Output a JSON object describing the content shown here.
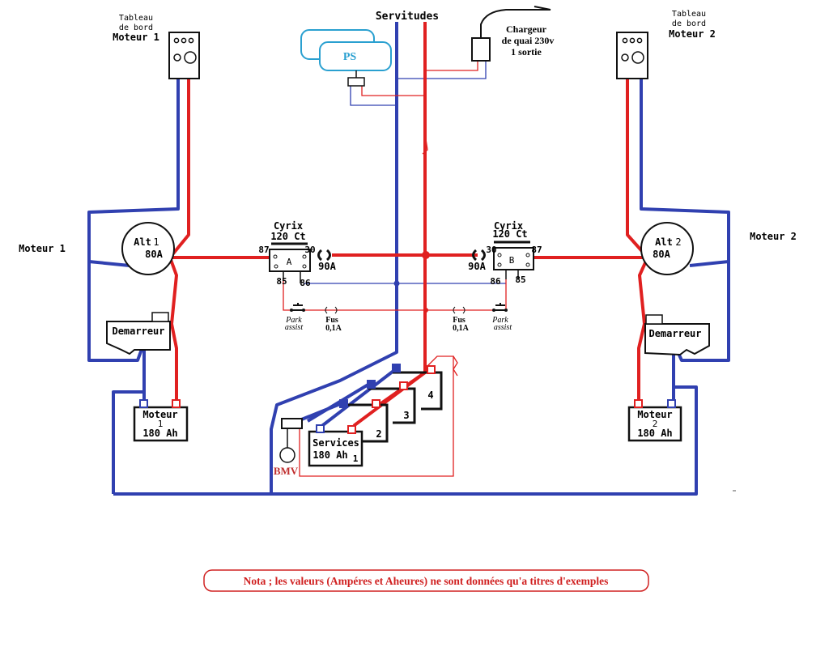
{
  "colors": {
    "positive": "#e02020",
    "negative": "#3040b0",
    "outline": "#111111",
    "ps": "#2aa0d0",
    "bmv": "#c03030",
    "nota_border": "#d02020"
  },
  "labels": {
    "servitudes": "Servitudes",
    "tableau1_line1": "Tableau",
    "tableau1_line2": "de bord",
    "tableau1_line3": "Moteur 1",
    "tableau2_line1": "Tableau",
    "tableau2_line2": "de bord",
    "tableau2_line3": "Moteur 2",
    "chargeur_line1": "Chargeur",
    "chargeur_line2": "de quai  230v",
    "chargeur_line3": "1 sortie",
    "ps": "PS",
    "moteur1_side": "Moteur 1",
    "moteur2_side": "Moteur 2",
    "alt1_line1": "Alt",
    "alt1_num": "1",
    "alt1_line2": "80A",
    "alt2_line1": "Alt",
    "alt2_num": "2",
    "alt2_line2": "80A",
    "cyrix_a_line1": "Cyrix",
    "cyrix_a_line2": "120 Ct",
    "cyrix_a_letter": "A",
    "cyrix_b_line1": "Cyrix",
    "cyrix_b_line2": "120 Ct",
    "cyrix_b_letter": "B",
    "pin87_a": "87",
    "pin30_a": "30",
    "pin85_a": "85",
    "pin86_a": "86",
    "pin30_b": "30",
    "pin87_b": "87",
    "pin86_b": "86",
    "pin85_b": "85",
    "fuse90_a": "90A",
    "fuse90_b": "90A",
    "park_a_line1": "Park",
    "park_a_line2": "assist",
    "fus_a_line1": "Fus",
    "fus_a_line2": "0,1A",
    "fus_b_line1": "Fus",
    "fus_b_line2": "0,1A",
    "park_b_line1": "Park",
    "park_b_line2": "assist",
    "demarreur1": "Demarreur",
    "demarreur2": "Demarreur",
    "batt_m1_line1": "Moteur",
    "batt_m1_line2": "1",
    "batt_m1_line3": "180 Ah",
    "batt_m2_line1": "Moteur",
    "batt_m2_line2": "2",
    "batt_m2_line3": "180 Ah",
    "batt_serv_line1": "Services",
    "batt_serv_line2": "180 Ah",
    "batt_serv_num": "1",
    "batt_2": "2",
    "batt_3": "3",
    "batt_4": "4",
    "bmv": "BMV",
    "nota": "Nota ;  les valeurs (Ampéres et Aheures) ne sont données qu'a titres d'exemples"
  }
}
